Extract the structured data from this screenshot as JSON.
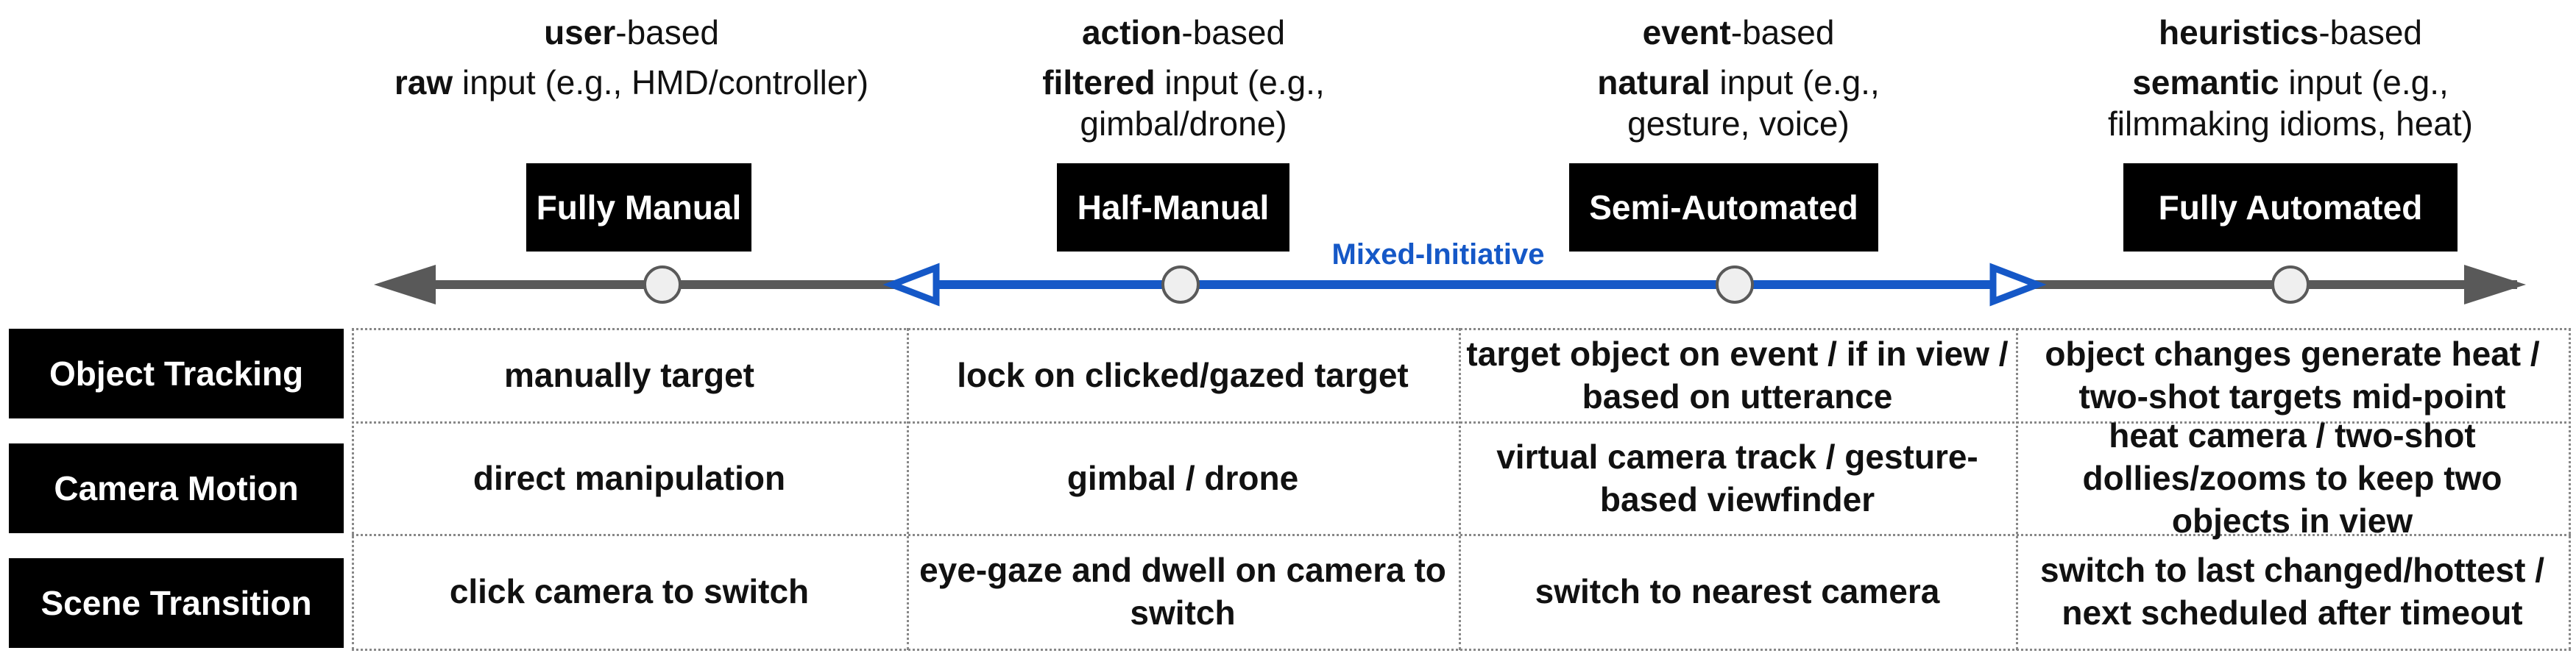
{
  "columns": [
    {
      "basis_bold": "user",
      "basis_rest": "-based",
      "input_bold": "raw",
      "input_rest": " input (e.g., HMD/controller)",
      "mode": "Fully Manual"
    },
    {
      "basis_bold": "action",
      "basis_rest": "-based",
      "input_bold": "filtered",
      "input_rest": " input (e.g., gimbal/drone)",
      "mode": "Half-Manual"
    },
    {
      "basis_bold": "event",
      "basis_rest": "-based",
      "input_bold": "natural",
      "input_rest": " input (e.g., gesture, voice)",
      "mode": "Semi-Automated"
    },
    {
      "basis_bold": "heuristics",
      "basis_rest": "-based",
      "input_bold": "semantic",
      "input_rest": " input (e.g., filmmaking idioms, heat)",
      "mode": "Fully Automated"
    }
  ],
  "mixed_initiative_label": "Mixed-Initiative",
  "colors": {
    "axis": "#595959",
    "mixed": "#1558c7",
    "box": "#000000",
    "box_text": "#ffffff"
  },
  "rows": [
    {
      "label": "Object Tracking",
      "cells": [
        "manually target",
        "lock on clicked/gazed target",
        "target object on event / if in view / based on utterance",
        "object changes generate heat / two-shot targets mid-point"
      ]
    },
    {
      "label": "Camera Motion",
      "cells": [
        "direct manipulation",
        "gimbal / drone",
        "virtual camera track / gesture-based viewfinder",
        "heat camera / two-shot dollies/zooms to keep two objects in view"
      ]
    },
    {
      "label": "Scene Transition",
      "cells": [
        "click camera to switch",
        "eye-gaze and dwell on camera to switch",
        "switch to nearest camera",
        "switch to last changed/hottest / next scheduled after timeout"
      ]
    }
  ]
}
